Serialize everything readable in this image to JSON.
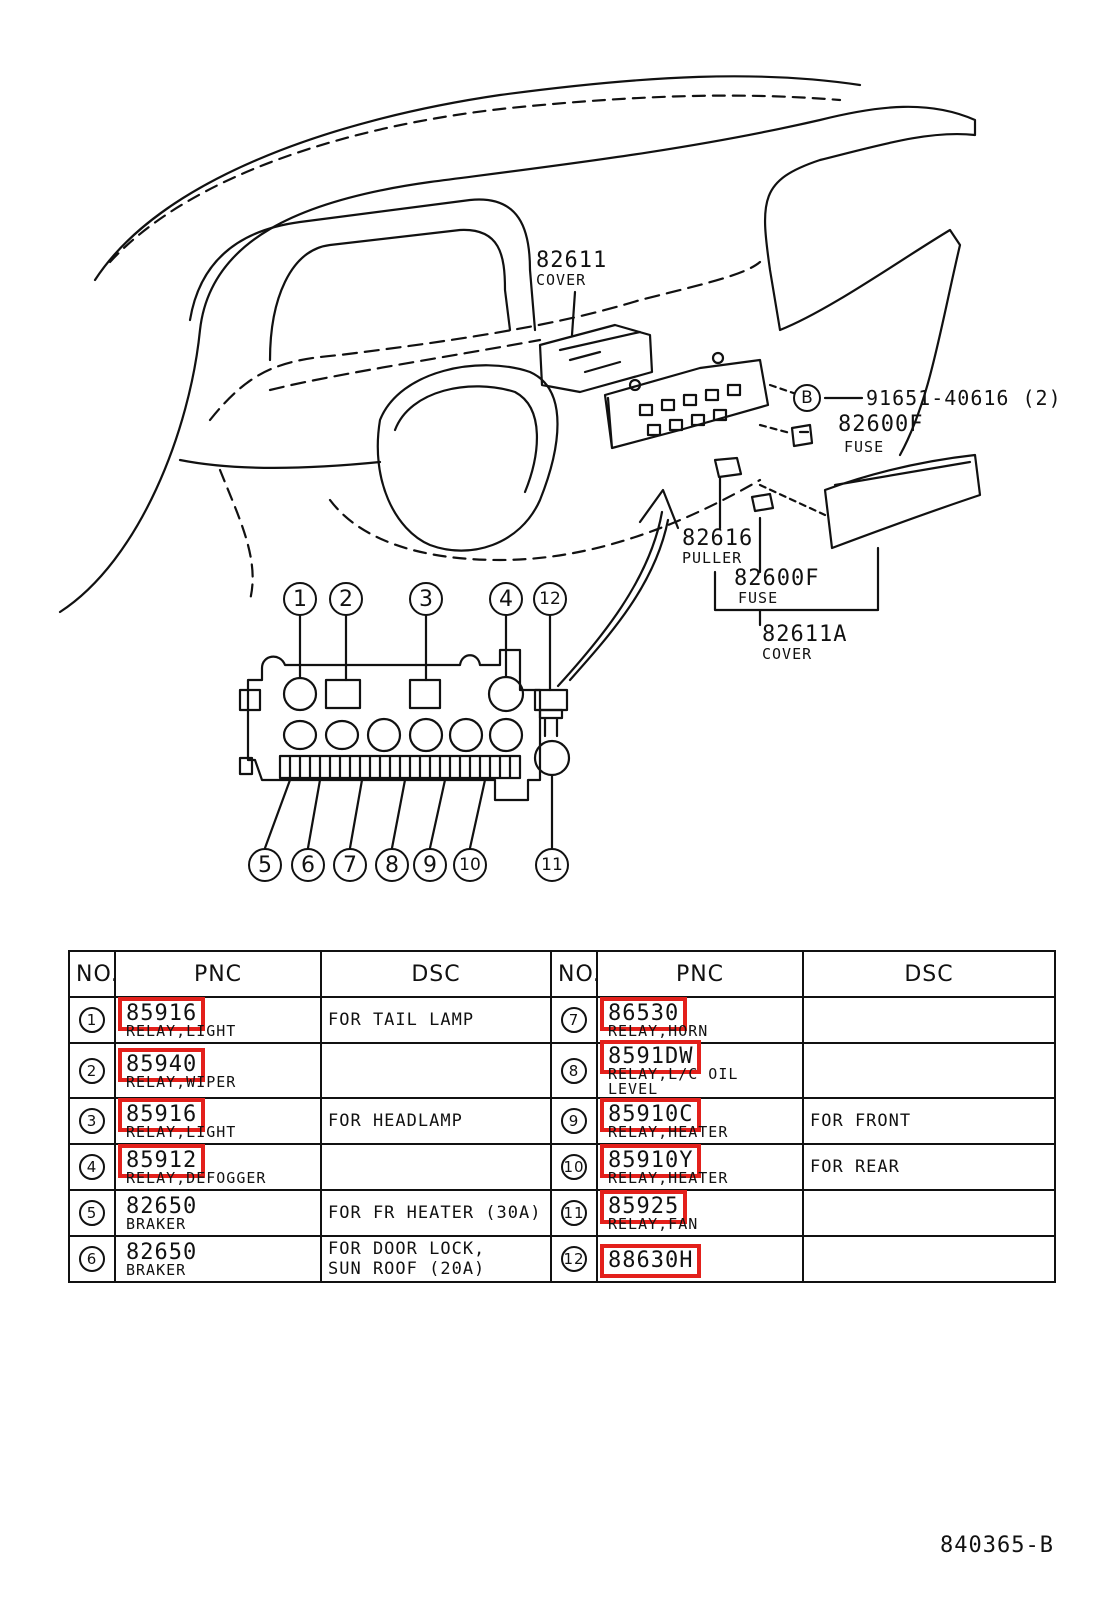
{
  "diagram": {
    "labels": {
      "cover_pn": "82611",
      "cover_name": "COVER",
      "bolt_badge": "B",
      "bolt_pn": "91651-40616 (2)",
      "fuse1_pn": "82600F",
      "fuse1_name": "FUSE",
      "puller_pn": "82616",
      "puller_name": "PULLER",
      "fuse2_pn": "82600F",
      "fuse2_name": "FUSE",
      "cover_a_pn": "82611A",
      "cover_a_name": "COVER"
    },
    "callouts": [
      "1",
      "2",
      "3",
      "4",
      "5",
      "6",
      "7",
      "8",
      "9",
      "10",
      "11",
      "12"
    ]
  },
  "table": {
    "headers": {
      "no": "NO.",
      "pnc": "PNC",
      "dsc": "DSC"
    },
    "highlight_color": "#e3201b",
    "rows": [
      {
        "left": {
          "no": "1",
          "code": "85916",
          "name": "RELAY,LIGHT",
          "dsc": "FOR TAIL LAMP",
          "dsc2": "",
          "hl": true
        },
        "right": {
          "no": "7",
          "code": "86530",
          "name": "RELAY,HORN",
          "dsc": "",
          "dsc2": "",
          "hl": true
        }
      },
      {
        "left": {
          "no": "2",
          "code": "85940",
          "name": "RELAY,WIPER",
          "dsc": "",
          "dsc2": "",
          "hl": true
        },
        "right": {
          "no": "8",
          "code": "8591DW",
          "name": "RELAY,L/C OIL LEVEL",
          "dsc": "",
          "dsc2": "",
          "hl": true
        }
      },
      {
        "left": {
          "no": "3",
          "code": "85916",
          "name": "RELAY,LIGHT",
          "dsc": "FOR HEADLAMP",
          "dsc2": "",
          "hl": true
        },
        "right": {
          "no": "9",
          "code": "85910C",
          "name": "RELAY,HEATER",
          "dsc": "FOR FRONT",
          "dsc2": "",
          "hl": true
        }
      },
      {
        "left": {
          "no": "4",
          "code": "85912",
          "name": "RELAY,DEFOGGER",
          "dsc": "",
          "dsc2": "",
          "hl": true
        },
        "right": {
          "no": "10",
          "code": "85910Y",
          "name": "RELAY,HEATER",
          "dsc": "FOR REAR",
          "dsc2": "",
          "hl": true
        }
      },
      {
        "left": {
          "no": "5",
          "code": "82650",
          "name": "BRAKER",
          "dsc": "FOR FR HEATER (30A)",
          "dsc2": "",
          "hl": false
        },
        "right": {
          "no": "11",
          "code": "85925",
          "name": "RELAY,FAN",
          "dsc": "",
          "dsc2": "",
          "hl": true
        }
      },
      {
        "left": {
          "no": "6",
          "code": "82650",
          "name": "BRAKER",
          "dsc": "FOR DOOR LOCK,",
          "dsc2": "SUN ROOF (20A)",
          "hl": false
        },
        "right": {
          "no": "12",
          "code": "88630H",
          "name": "",
          "dsc": "",
          "dsc2": "",
          "hl": true
        }
      }
    ]
  },
  "figure_code": "840365-B"
}
